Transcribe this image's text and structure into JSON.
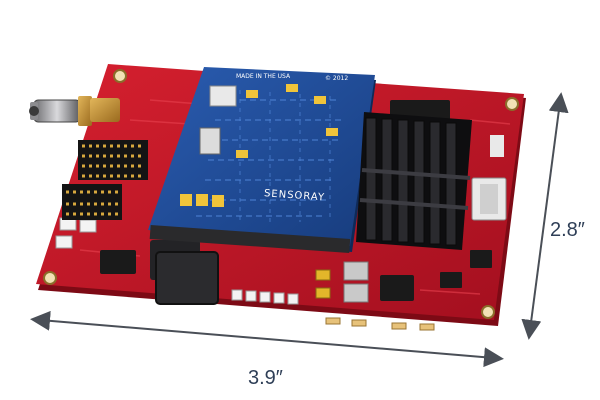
{
  "board": {
    "brand_silkscreen": "SENSORAY",
    "made_in": "MADE IN THE USA",
    "copyright": "© 2012"
  },
  "dimensions": {
    "width_label": "3.9″",
    "height_label": "2.8″"
  },
  "colors": {
    "pcb_red": "#c8142a",
    "pcb_blue": "#1f4a96",
    "heatsink": "#1c1c1e",
    "dimension_line": "#4a4f57",
    "dimension_text": "#2f3f57"
  }
}
